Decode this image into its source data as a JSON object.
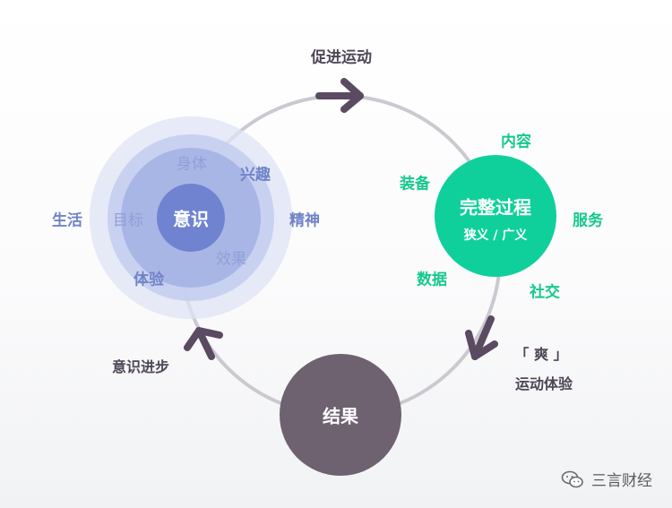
{
  "flow": {
    "top_label": "促进运动",
    "left_label": "意识进步",
    "right_label_line1": "「 爽 」",
    "right_label_line2": "运动体验"
  },
  "awareness": {
    "center": "意识",
    "inner_items": [
      "身体",
      "目标",
      "效果"
    ],
    "ring_items": [
      "兴趣",
      "精神",
      "生活",
      "体验"
    ]
  },
  "process": {
    "title": "完整过程",
    "subtitle": "狭义 / 广义",
    "items": [
      "内容",
      "装备",
      "服务",
      "数据",
      "社交"
    ]
  },
  "result": {
    "label": "结果"
  },
  "watermark": {
    "text": "三言财经"
  },
  "colors": {
    "blue_center": "#6f83d0",
    "blue_ring": "#a9b6e6",
    "green": "#0fd09a",
    "result": "#6e6270",
    "arrow": "#5a4a62",
    "cycle": "#cbc9d0"
  }
}
